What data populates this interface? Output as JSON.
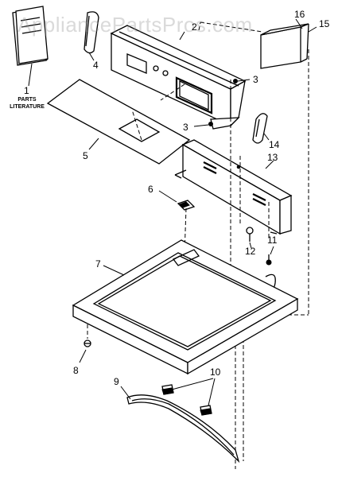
{
  "watermark": "AppliancePartsPros.com",
  "callouts": {
    "c1": "1",
    "c1_caption_line1": "PARTS",
    "c1_caption_line2": "LITERATURE",
    "c2": "2",
    "c3a": "3",
    "c3b": "3",
    "c4": "4",
    "c5": "5",
    "c6": "6",
    "c7": "7",
    "c8": "8",
    "c9": "9",
    "c10": "10",
    "c11": "11",
    "c12": "12",
    "c13": "13",
    "c14": "14",
    "c15": "15",
    "c16": "16"
  }
}
